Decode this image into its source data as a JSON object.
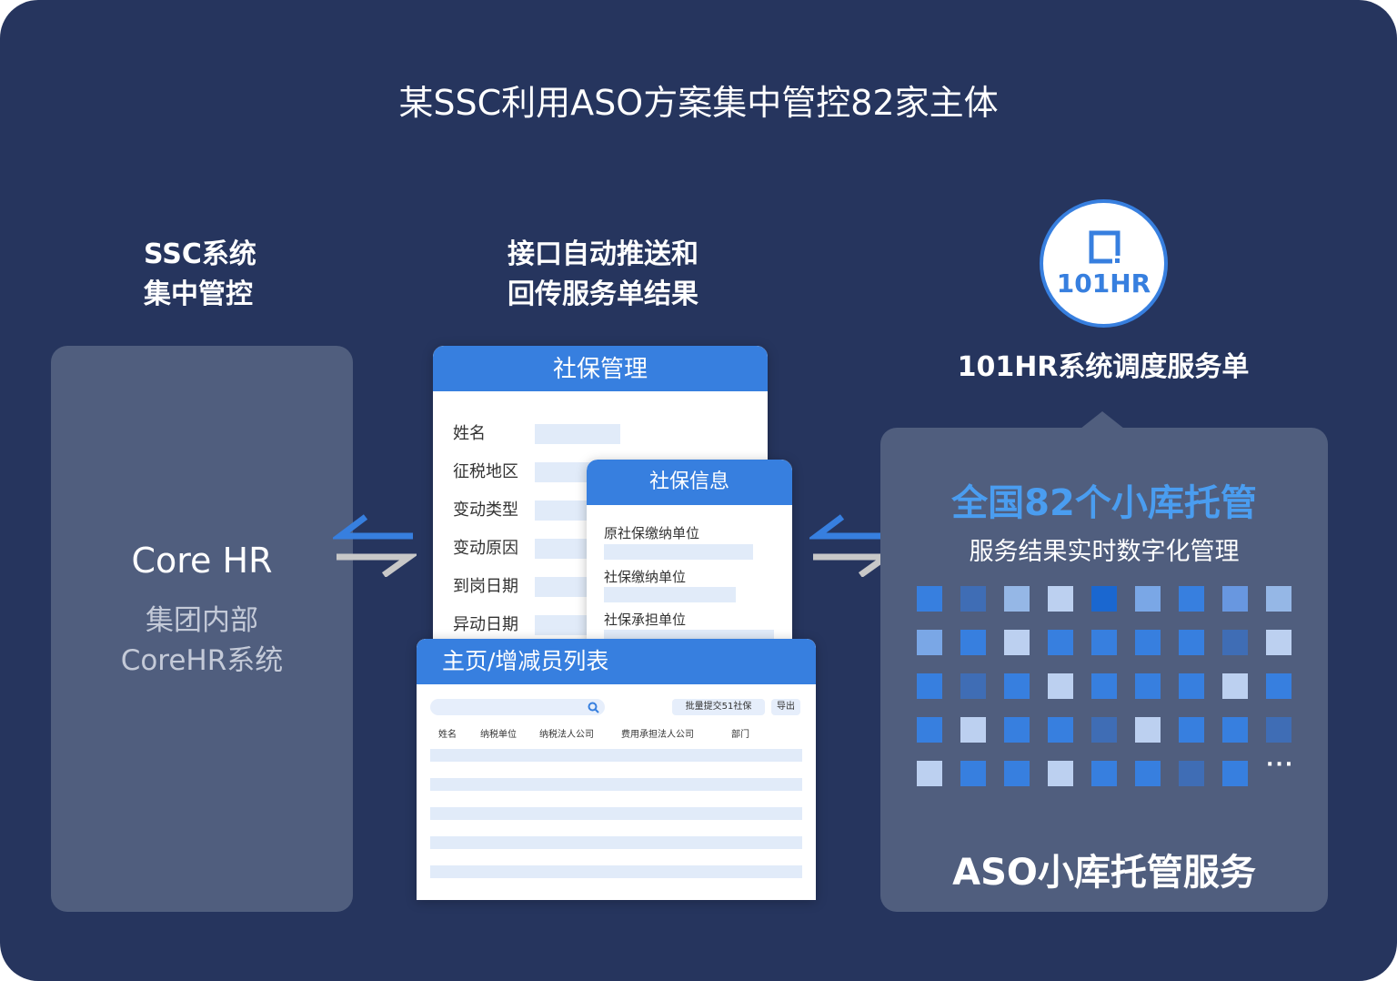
{
  "title": "某SSC利用ASO方案集中管控82家主体",
  "left": {
    "caption_lines": [
      "SSC系统",
      "集中管控"
    ],
    "box_title": "Core HR",
    "box_sub_lines": [
      "集团内部",
      "CoreHR系统"
    ]
  },
  "middle": {
    "caption_lines": [
      "接口自动推送和",
      "回传服务单结果"
    ],
    "form1": {
      "title": "社保管理",
      "fields": [
        "姓名",
        "征税地区",
        "变动类型",
        "变动原因",
        "到岗日期",
        "异动日期"
      ]
    },
    "form2": {
      "title": "社保信息",
      "fields": [
        "原社保缴纳单位",
        "社保缴纳单位",
        "社保承担单位"
      ]
    },
    "form3": {
      "title": "主页/增减员列表",
      "batch_button": "批量提交51社保",
      "export_button": "导出",
      "columns": [
        "姓名",
        "纳税单位",
        "纳税法人公司",
        "费用承担法人公司",
        "部门"
      ]
    }
  },
  "right": {
    "logo_text": "101HR",
    "caption": "101HR系统调度服务单",
    "headline": "全国82个小库托管",
    "subline": "服务结果实时数字化管理",
    "footer": "ASO小库托管服务",
    "more": "···"
  },
  "colors": {
    "A": "#377fdf",
    "B": "#3f6db5",
    "C": "#95b7e6",
    "D": "#bcd0f0",
    "E": "#1a67d0",
    "F": "#7aa7e6",
    "G": "#6897e0"
  },
  "grid": [
    [
      "A",
      "B",
      "C",
      "D",
      "E",
      "F",
      "A",
      "G",
      "C"
    ],
    [
      "F",
      "A",
      "D",
      "A",
      "A",
      "A",
      "A",
      "B",
      "D"
    ],
    [
      "A",
      "B",
      "A",
      "D",
      "A",
      "A",
      "A",
      "D",
      "A"
    ],
    [
      "A",
      "D",
      "A",
      "A",
      "B",
      "D",
      "A",
      "A",
      "B"
    ],
    [
      "D",
      "A",
      "A",
      "D",
      "A",
      "A",
      "B",
      "A"
    ]
  ]
}
